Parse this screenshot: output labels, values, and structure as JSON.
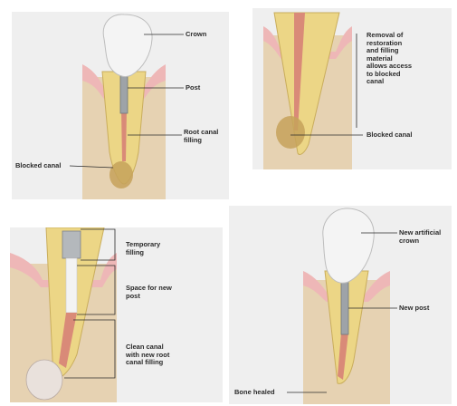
{
  "colors": {
    "panel_bg": "#efefef",
    "bone": "#e6d2b2",
    "gum": "#eeb7b7",
    "dentin": "#ecd686",
    "canal_filling": "#d98a78",
    "crown": "#f4f4f4",
    "post": "#9ea3a8",
    "blockage": "#c6a25a",
    "label_text": "#2b2b2b"
  },
  "panel_1": {
    "crown_label": "Crown",
    "post_label": "Post",
    "root_canal_filling_label": "Root canal\nfilling",
    "blocked_canal_label": "Blocked canal"
  },
  "panel_2": {
    "removal_label": "Removal of\nrestoration\nand filling\nmaterial\nallows access\nto blocked\ncanal",
    "blocked_canal_label": "Blocked canal"
  },
  "panel_3": {
    "temporary_filling_label": "Temporary\nfilling",
    "space_for_post_label": "Space for new\npost",
    "clean_canal_label": "Clean canal\nwith new root\ncanal filling"
  },
  "panel_4": {
    "new_crown_label": "New artificial\ncrown",
    "new_post_label": "New post",
    "bone_healed_label": "Bone healed"
  }
}
